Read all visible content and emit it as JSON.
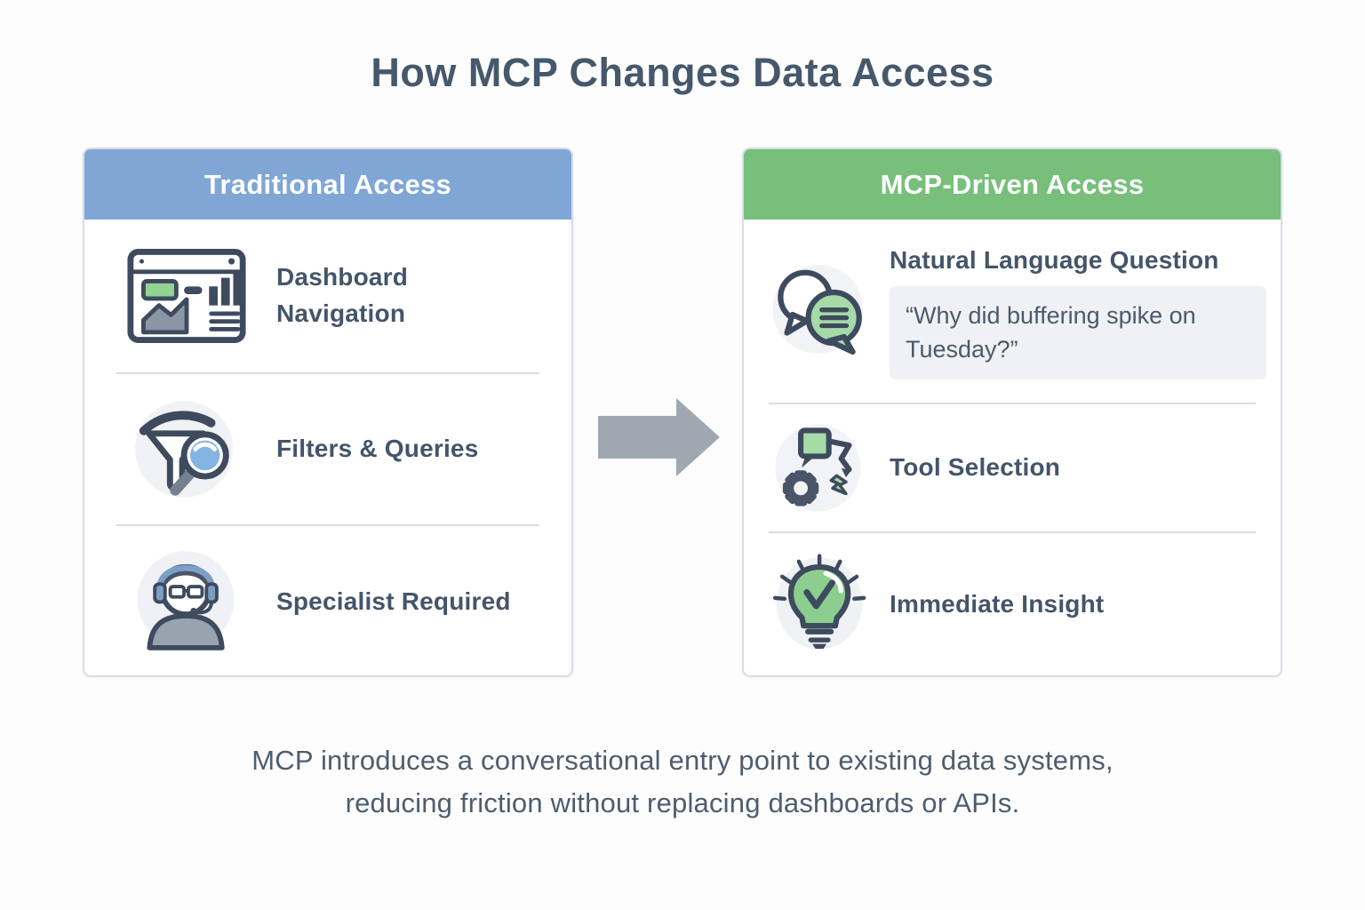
{
  "title": "How MCP Changes Data Access",
  "colors": {
    "title_text": "#46586c",
    "label_text": "#44556a",
    "blue_header": "#7fa6d5",
    "green_header": "#77bf7b",
    "panel_border": "#d7dde6",
    "arrow_gray": "#9fa8b1",
    "icon_stroke": "#3e4b5e",
    "accent_green": "#a5dba7",
    "lens_blue": "#84b4e2",
    "quote_box_bg": "#f0f1f4"
  },
  "left_panel": {
    "header": "Traditional Access",
    "items": [
      {
        "icon": "dashboard-icon",
        "label": "Dashboard\nNavigation"
      },
      {
        "icon": "filter-magnifier-icon",
        "label": "Filters & Queries"
      },
      {
        "icon": "specialist-headset-icon",
        "label": "Specialist Required"
      }
    ]
  },
  "right_panel": {
    "header": "MCP-Driven Access",
    "items": [
      {
        "icon": "chat-bubbles-icon",
        "label": "Natural Language Question",
        "quote": "“Why did buffering spike on Tuesday?”"
      },
      {
        "icon": "gear-flow-icon",
        "label": "Tool Selection"
      },
      {
        "icon": "lightbulb-check-icon",
        "label": "Immediate Insight"
      }
    ]
  },
  "caption": {
    "line1": "MCP introduces a conversational entry point to existing data systems,",
    "line2": "reducing friction without replacing dashboards or APIs."
  }
}
